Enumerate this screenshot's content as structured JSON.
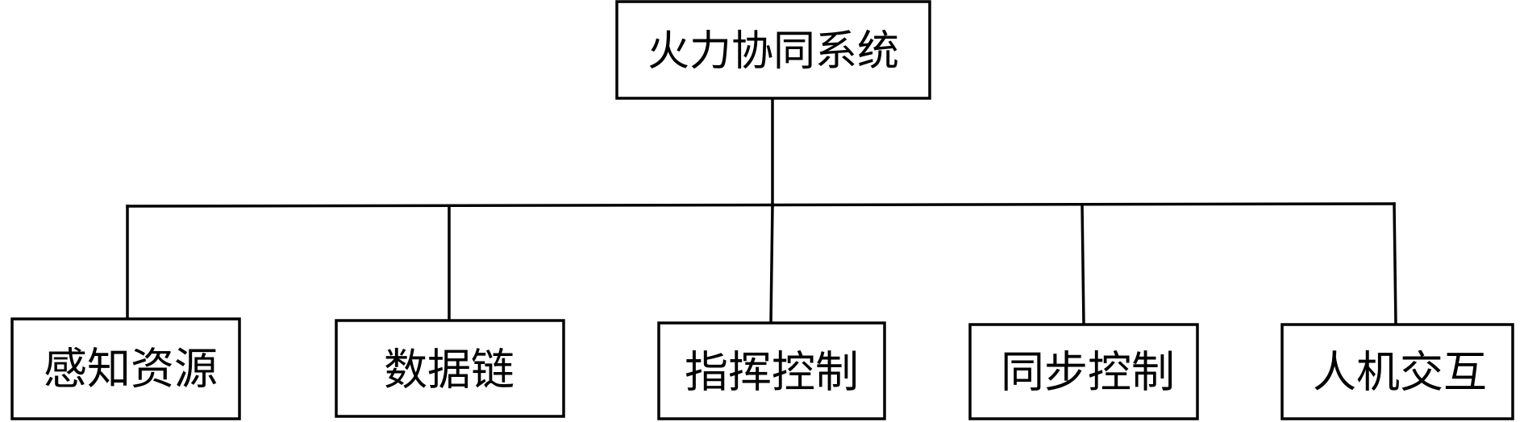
{
  "diagram": {
    "root": {
      "label": "火力协同系统"
    },
    "children": [
      {
        "label": "感知资源"
      },
      {
        "label": "数据链"
      },
      {
        "label": "指挥控制"
      },
      {
        "label": "同步控制"
      },
      {
        "label": "人机交互"
      }
    ]
  }
}
